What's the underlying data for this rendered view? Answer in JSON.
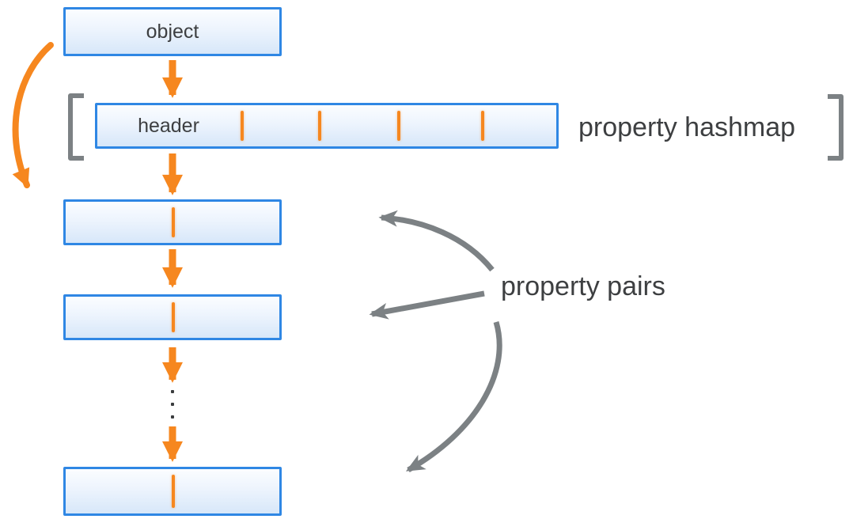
{
  "diagram": {
    "type": "memory-layout-diagram",
    "labels": {
      "object": "object",
      "header": "header",
      "property_hashmap": "property hashmap",
      "property_pairs": "property pairs"
    },
    "structure": {
      "hashmap_slot_count": 5,
      "hashmap_divider_count": 4,
      "property_pair_box_count": 3,
      "pair_slot_count": 2,
      "ellipsis_dot_count": 3,
      "flow": "object -> property hashmap header -> chained property pair boxes"
    },
    "colors": {
      "accent_orange": "#F6871F",
      "box_border_blue": "#2F87E4",
      "box_fill_top": "#FBFDFF",
      "box_fill_bottom": "#D7E7F9",
      "arrow_gray": "#7C8184",
      "text_dark": "#3D3F41"
    }
  }
}
